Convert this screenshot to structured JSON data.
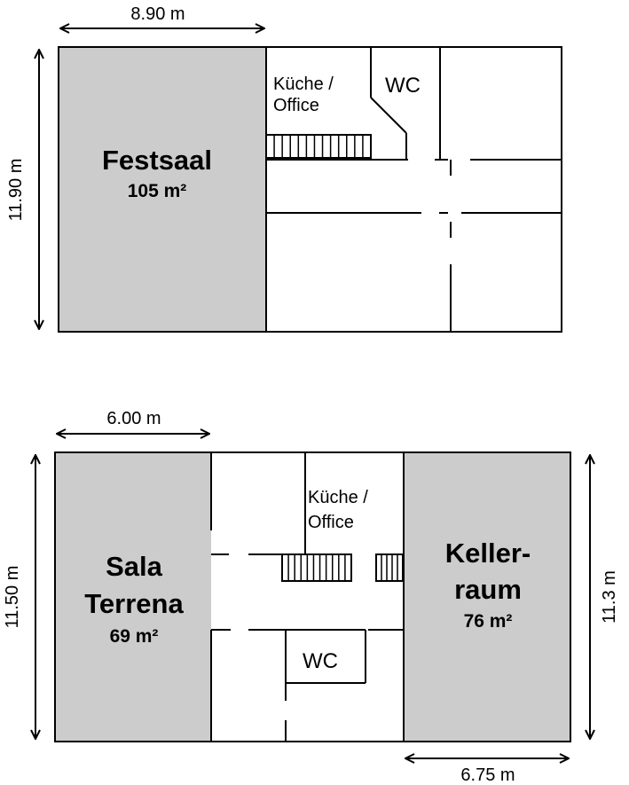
{
  "floors": [
    {
      "dim_width": "8.90 m",
      "dim_height": "11.90 m",
      "hall_name": "Festsaal",
      "hall_area": "105 m²",
      "kitchen_line1": "Küche /",
      "kitchen_line2": "Office",
      "wc": "WC"
    },
    {
      "dim_width": "6.00 m",
      "dim_height": "11.50 m",
      "hall_name_line1": "Sala",
      "hall_name_line2": "Terrena",
      "hall_area": "69 m²",
      "kitchen_line1": "Küche /",
      "kitchen_line2": "Office",
      "wc": "WC",
      "cellar_line1": "Keller-",
      "cellar_line2": "raum",
      "cellar_area": "76 m²",
      "cellar_height": "11.3 m",
      "cellar_width": "6.75 m"
    }
  ],
  "colors": {
    "room_fill": "#cccccc",
    "wall": "#000000"
  }
}
